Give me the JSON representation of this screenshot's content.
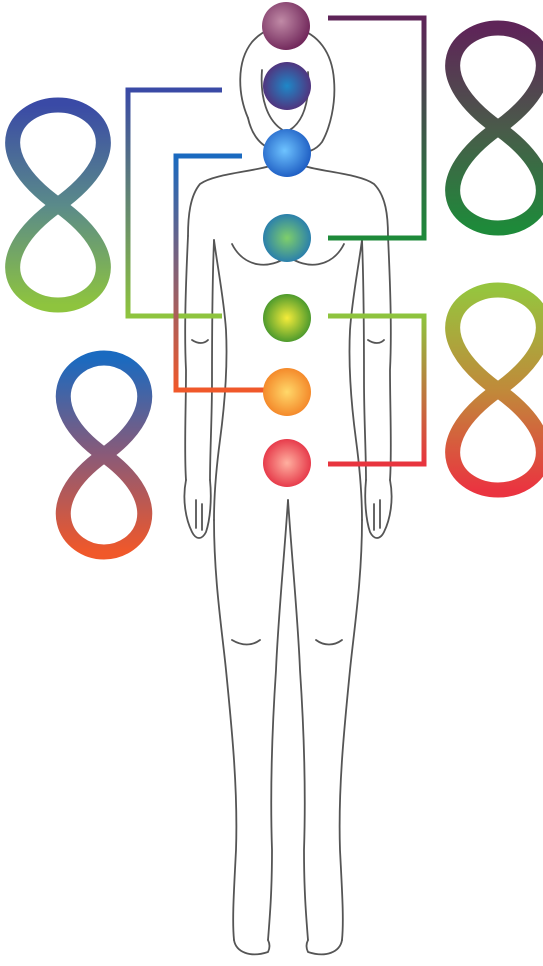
{
  "diagram": {
    "chakras": [
      {
        "name": "crown",
        "icon": "crown-chakra-icon",
        "color_light": "#c08aa6",
        "color_dark": "#6e2458"
      },
      {
        "name": "third-eye",
        "icon": "third-eye-chakra-icon",
        "color_light": "#1e88c8",
        "color_dark": "#5a2470"
      },
      {
        "name": "throat",
        "icon": "throat-chakra-icon",
        "color_light": "#6ec3ff",
        "color_dark": "#1a58c0"
      },
      {
        "name": "heart",
        "icon": "heart-chakra-icon",
        "color_light": "#7fcf6a",
        "color_dark": "#1a70b8"
      },
      {
        "name": "solar-plexus",
        "icon": "solar-plexus-chakra-icon",
        "color_light": "#f5ec3a",
        "color_dark": "#2c8a2a"
      },
      {
        "name": "sacral",
        "icon": "sacral-chakra-icon",
        "color_light": "#ffd86a",
        "color_dark": "#f27a1e"
      },
      {
        "name": "root",
        "icon": "root-chakra-icon",
        "color_light": "#ffb0a0",
        "color_dark": "#e2243a"
      }
    ],
    "loops": [
      {
        "name": "crown-heart-loop",
        "icon": "infinity-loop-icon",
        "color_top": "#5e2458",
        "color_bottom": "#1e8a3a"
      },
      {
        "name": "throat-solar-loop",
        "icon": "infinity-loop-icon",
        "color_top": "#3a56a8",
        "color_bottom": "#84c83e"
      },
      {
        "name": "solar-root-loop",
        "icon": "infinity-loop-icon",
        "color_top": "#8ec43e",
        "color_bottom": "#e8343e"
      },
      {
        "name": "thirdeye-sacral-loop",
        "icon": "infinity-loop-icon",
        "color_top": "#1a6ac0",
        "color_bottom": "#f0582a"
      }
    ],
    "figure": {
      "icon": "human-body-outline-icon",
      "stroke": "#555555"
    }
  }
}
